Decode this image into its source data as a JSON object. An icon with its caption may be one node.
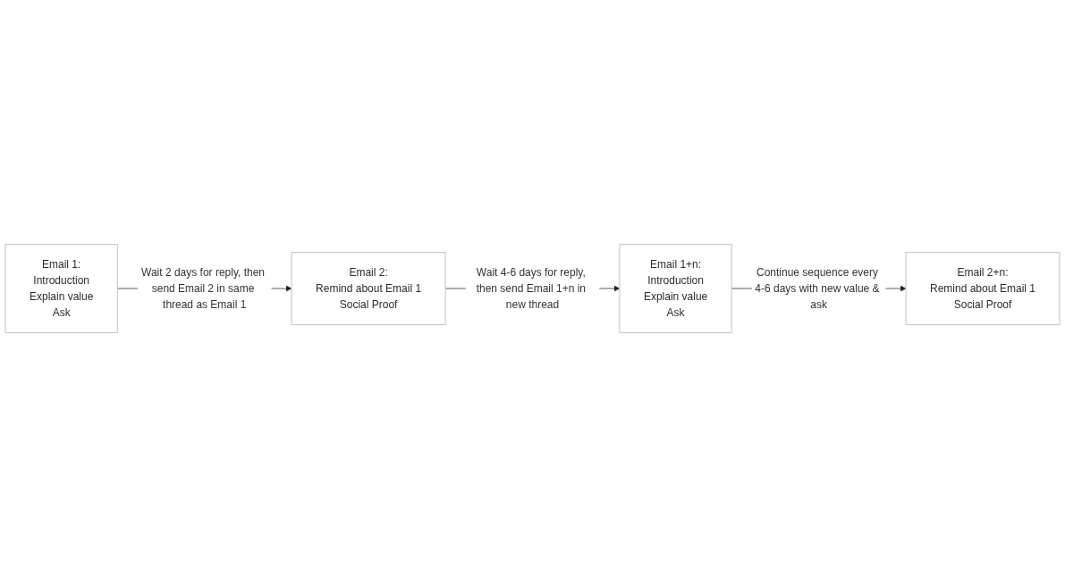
{
  "diagram": {
    "nodes": [
      {
        "text": [
          "Email 1:",
          "Introduction",
          "Explain value",
          "Ask"
        ]
      },
      {
        "text": [
          "Email 2:",
          "Remind about Email 1",
          "Social Proof"
        ]
      },
      {
        "text": [
          "Email 1+n:",
          "Introduction",
          "Explain value",
          "Ask"
        ]
      },
      {
        "text": [
          "Email 2+n:",
          "Remind about Email 1",
          "Social Proof"
        ]
      }
    ],
    "edges": [
      {
        "from": 0,
        "to": 1,
        "arrow": "to",
        "label": "Wait 2 days for reply, then send Email 2 in same thread as Email 1"
      },
      {
        "from": 1,
        "to": 2,
        "arrow": "to",
        "label": "Wait 4-6 days for reply, then send Email 1+n in new thread"
      },
      {
        "from": 2,
        "to": 3,
        "arrow": "to",
        "label": "Continue sequence every 4-6 days with new value & ask"
      }
    ]
  }
}
